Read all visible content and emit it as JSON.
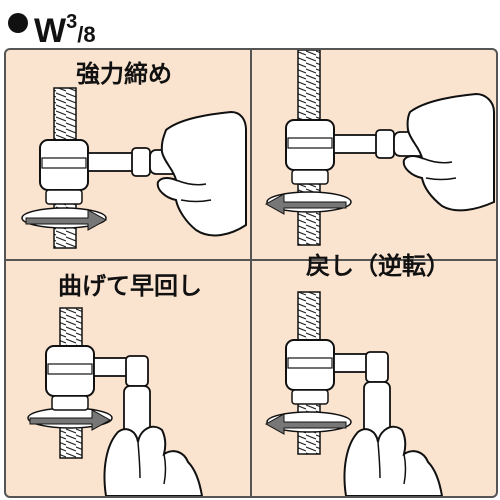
{
  "header": {
    "model_letter": "W",
    "model_sup": "3",
    "model_slash": "/",
    "model_sub": "8"
  },
  "panels": [
    {
      "id": "tighten",
      "title": "強力締め",
      "arrow": "right"
    },
    {
      "id": "loosen",
      "title": "",
      "arrow": "left"
    },
    {
      "id": "bent",
      "title": "曲げて早回し",
      "arrow": "right"
    },
    {
      "id": "reverse",
      "title": "戻し（逆転）",
      "arrow": "left"
    }
  ],
  "colors": {
    "panel_bg": "#fbe4cf",
    "line": "#111111",
    "arrow_fill": "#777777",
    "metal": "#ffffff"
  }
}
